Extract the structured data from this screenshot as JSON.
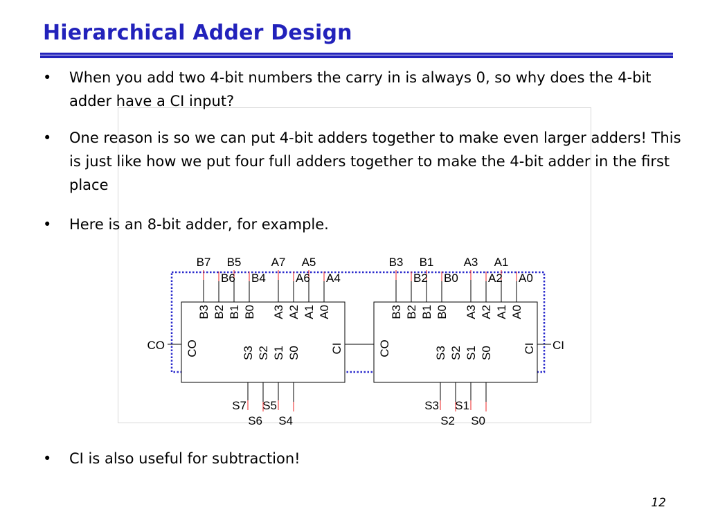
{
  "slide": {
    "title": "Hierarchical Adder Design",
    "page_number": "12",
    "bullet_glyph": "•",
    "bullets": [
      "When you add two 4-bit numbers the carry in is always 0, so why does the 4-bit adder have a CI input?",
      "One reason is so we can put 4-bit adders together to make even larger adders! This is just like how we put four full adders together to make the 4-bit adder in the first place",
      "Here is an 8-bit adder, for example.",
      "CI is also useful for subtraction!"
    ]
  },
  "diagram": {
    "blocks": [
      {
        "top_pins": [
          "B3",
          "B2",
          "B1",
          "B0",
          "A3",
          "A2",
          "A1",
          "A0"
        ],
        "left_pin": "CO",
        "right_pin": "CI",
        "bottom_pins": [
          "S3",
          "S2",
          "S1",
          "S0"
        ],
        "top_labels_upper": [
          "B7",
          "B5",
          "A7",
          "A5"
        ],
        "top_labels_lower": [
          "B6",
          "B4",
          "A6",
          "A4"
        ],
        "bottom_labels_upper": [
          "S7",
          "S5"
        ],
        "bottom_labels_lower": [
          "S6",
          "S4"
        ],
        "outside_left": "CO"
      },
      {
        "top_pins": [
          "B3",
          "B2",
          "B1",
          "B0",
          "A3",
          "A2",
          "A1",
          "A0"
        ],
        "left_pin": "CO",
        "right_pin": "CI",
        "bottom_pins": [
          "S3",
          "S2",
          "S1",
          "S0"
        ],
        "top_labels_upper": [
          "B3",
          "B1",
          "A3",
          "A1"
        ],
        "top_labels_lower": [
          "B2",
          "B0",
          "A2",
          "A0"
        ],
        "bottom_labels_upper": [
          "S3",
          "S1"
        ],
        "bottom_labels_lower": [
          "S2",
          "S0"
        ],
        "outside_right": "CI"
      }
    ],
    "colors": {
      "title": "#2222bb",
      "dashed_outline": "#2a2acc",
      "wire_tick": "#ee2222",
      "line": "#000000"
    }
  }
}
